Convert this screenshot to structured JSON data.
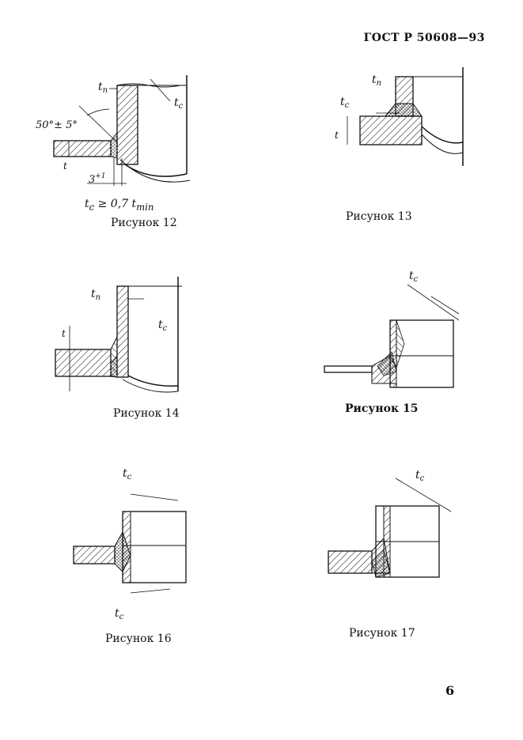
{
  "header": {
    "standard": "ГОСТ Р 50608—93"
  },
  "page_number": "6",
  "formula": "t",
  "formula_parts": {
    "sub": "c",
    "rest": " ≥ 0,7 t",
    "sub2": "min"
  },
  "figures": [
    {
      "caption": "Рисунок 12",
      "labels": {
        "tn": "t",
        "tn_sub": "n",
        "tc": "t",
        "tc_sub": "c",
        "angle": "50°± 5°",
        "gap": "3",
        "gap_sup": "+1",
        "thk": "t"
      }
    },
    {
      "caption": "Рисунок 13",
      "labels": {
        "tn": "t",
        "tn_sub": "n",
        "tc": "t",
        "tc_sub": "c",
        "thk": "t"
      }
    },
    {
      "caption": "Рисунок 14",
      "labels": {
        "tn": "t",
        "tn_sub": "n",
        "tc": "t",
        "tc_sub": "c",
        "thk": "t"
      }
    },
    {
      "caption": "Рисунок 15",
      "labels": {
        "tc": "t",
        "tc_sub": "c"
      }
    },
    {
      "caption": "Рисунок 16",
      "labels": {
        "tc_top": "t",
        "tc_top_sub": "c",
        "tc_bot": "t",
        "tc_bot_sub": "c"
      }
    },
    {
      "caption": "Рисунок 17",
      "labels": {
        "tc": "t",
        "tc_sub": "c"
      }
    }
  ]
}
